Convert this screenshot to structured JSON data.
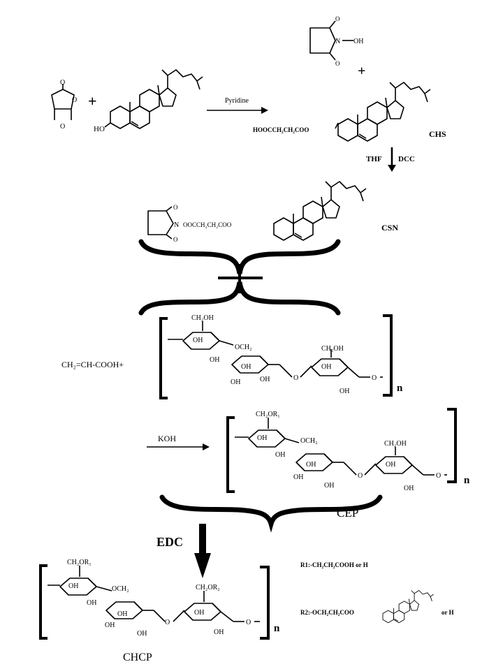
{
  "reagents": {
    "pyridine": "Pyridine",
    "thf": "THF",
    "dcc": "DCC",
    "koh": "KOH",
    "edc": "EDC"
  },
  "compounds": {
    "chs": "CHS",
    "csn": "CSN",
    "cep": "CEP",
    "chcp": "CHCP"
  },
  "texts": {
    "ho": "HO",
    "oh": "OH",
    "o": "O",
    "n": "N",
    "plus": "+",
    "chs_chain": "HOOCCH₂CH₂COO",
    "csn_chain": "OOCCH₂CH₂COO",
    "acrylic": "CH₂=CH-COOH+",
    "ch2oh": "CH₂OH",
    "och2": "OCH₂",
    "ch2or1": "CH₂OR₁",
    "ch2or2": "CH₂OR₂",
    "n_sub": "n",
    "r1_def": "R1:-CH₂CH₂COOH or H",
    "r2_def": "R2:-OCH₂CH₂COO",
    "or_h": "or H"
  }
}
